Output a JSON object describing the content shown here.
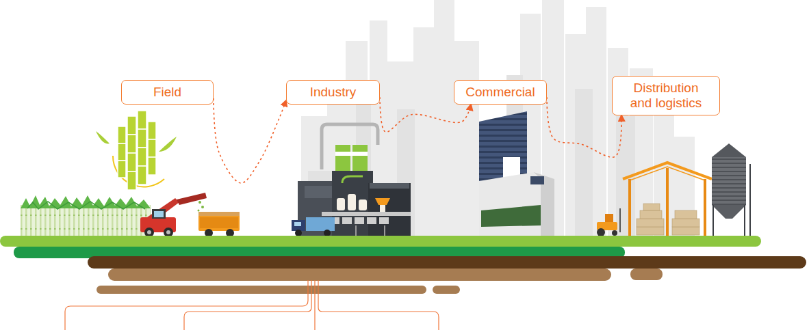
{
  "diagram": {
    "nodes": [
      {
        "text": [
          "Field"
        ]
      },
      {
        "text": [
          "Industry"
        ]
      },
      {
        "text": [
          "Commercial"
        ]
      },
      {
        "text": [
          "Distribution and logistics"
        ]
      }
    ],
    "edges": [
      {
        "from": 0,
        "to": 1,
        "arrow": "to"
      },
      {
        "from": 1,
        "to": 2,
        "arrow": "to"
      },
      {
        "from": 2,
        "to": 3,
        "arrow": "to"
      }
    ]
  }
}
